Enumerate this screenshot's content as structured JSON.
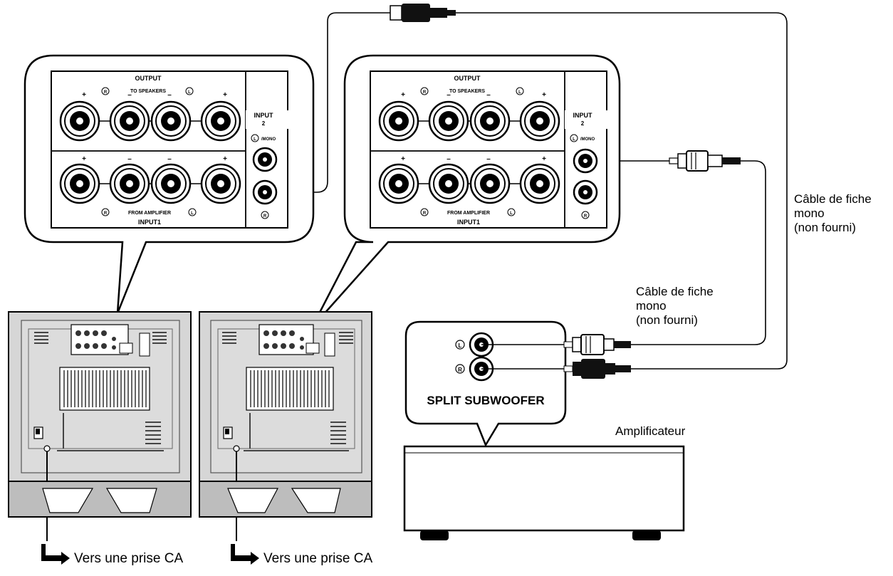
{
  "panel": {
    "output": "OUTPUT",
    "to_speakers": "TO SPEAKERS",
    "input2": "INPUT",
    "input2_num": "2",
    "mono": "/MONO",
    "from_amplifier": "FROM AMPLIFIER",
    "input1": "INPUT1",
    "plus": "+",
    "minus": "–",
    "r": "R",
    "l": "L"
  },
  "labels": {
    "cable_right_line1": "Câble de fiche",
    "cable_right_line2": "mono",
    "cable_right_line3": "(non fourni)",
    "cable_mid_line1": "Câble de fiche",
    "cable_mid_line2": "mono",
    "cable_mid_line3": "(non fourni)",
    "amplifier": "Amplificateur",
    "split_subwoofer": "SPLIT SUBWOOFER",
    "amp_l": "L",
    "amp_r": "R",
    "ac_left": "Vers une prise CA",
    "ac_right": "Vers une prise CA"
  },
  "colors": {
    "line": "#000000",
    "panel_fill": "#ffffff",
    "cabinet": "#d6d6d6",
    "cabinet_dark": "#a8a8a8",
    "plug_black": "#111111"
  }
}
